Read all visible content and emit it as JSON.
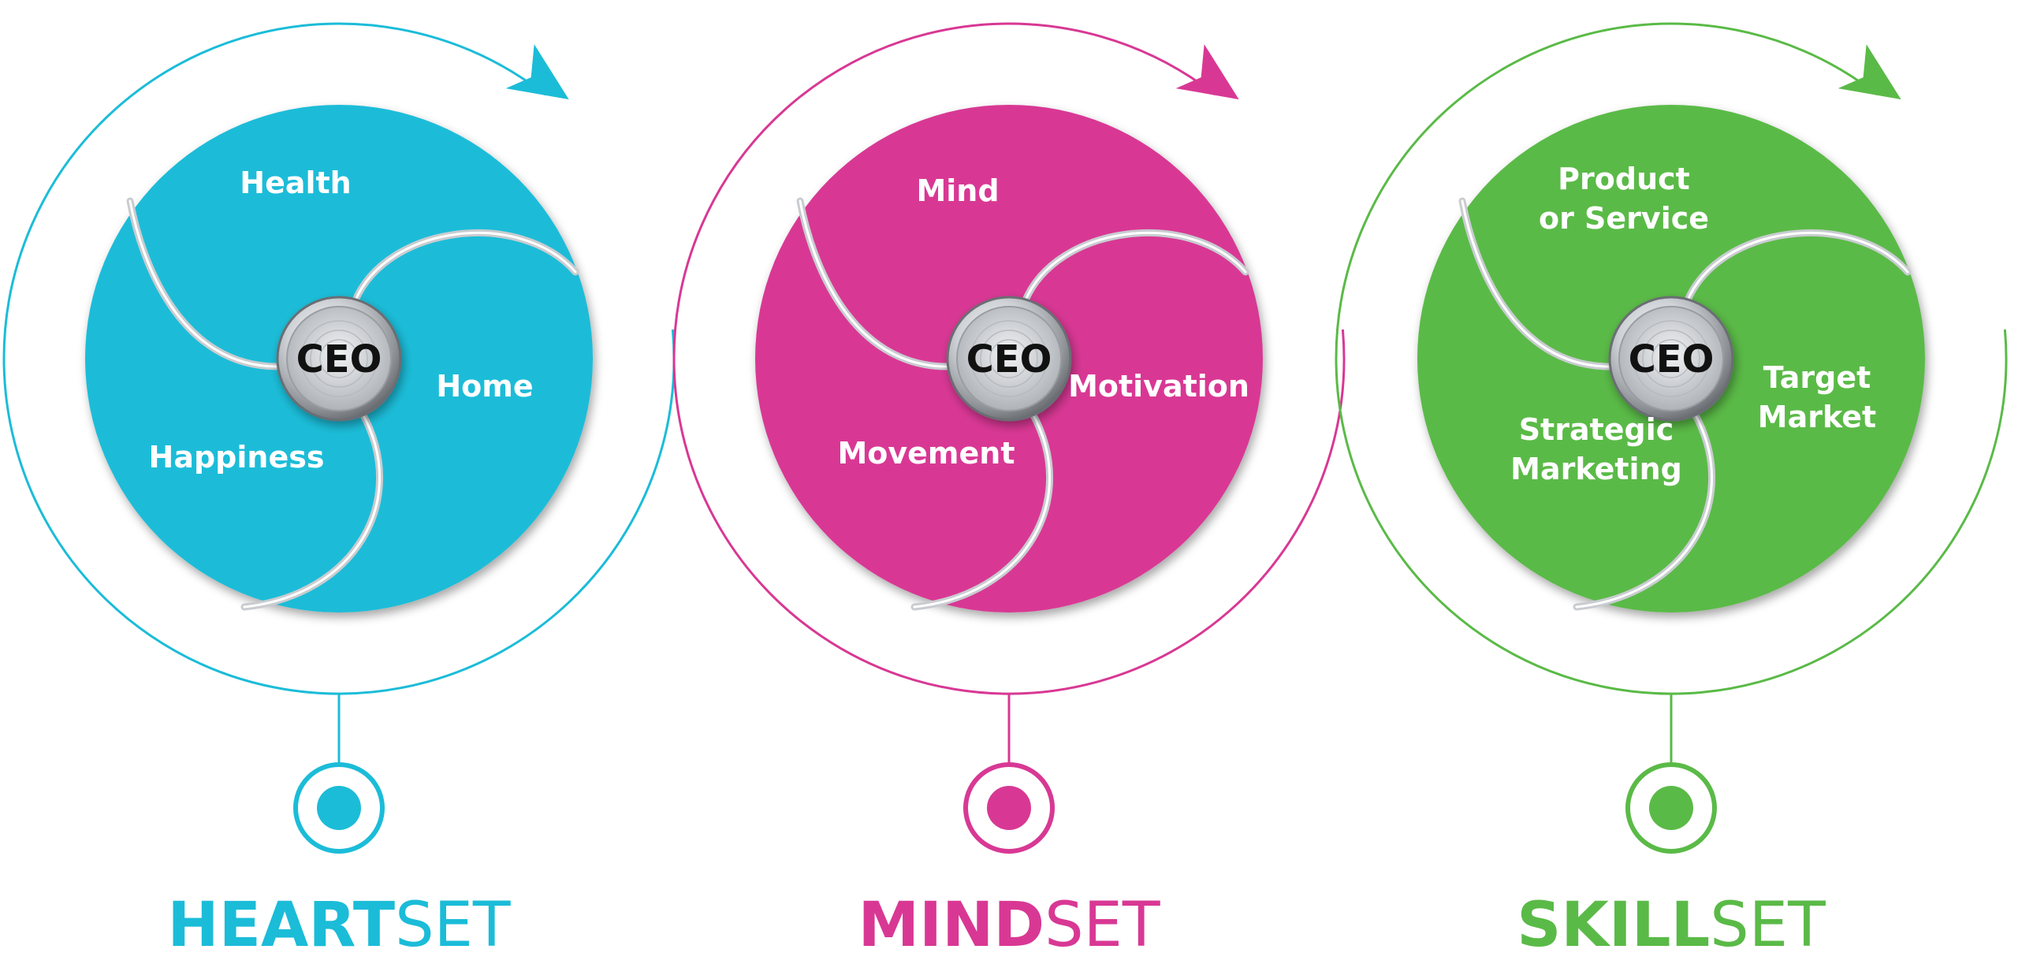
{
  "sets": [
    {
      "id": "heartset",
      "color": "#1bbcd8",
      "center_label": "CEO",
      "segments": [
        [
          "Health"
        ],
        [
          "Home"
        ],
        [
          "Happiness"
        ]
      ],
      "title_bold": "HEART",
      "title_light": "SET"
    },
    {
      "id": "mindset",
      "color": "#d83894",
      "center_label": "CEO",
      "segments": [
        [
          "Mind"
        ],
        [
          "Motivation"
        ],
        [
          "Movement"
        ]
      ],
      "title_bold": "MIND",
      "title_light": "SET"
    },
    {
      "id": "skillset",
      "color": "#5aba47",
      "center_label": "CEO",
      "segments": [
        [
          "Product",
          "or Service"
        ],
        [
          "Target",
          "Market"
        ],
        [
          "Strategic",
          "Marketing"
        ]
      ],
      "title_bold": "SKILL",
      "title_light": "SET"
    }
  ]
}
